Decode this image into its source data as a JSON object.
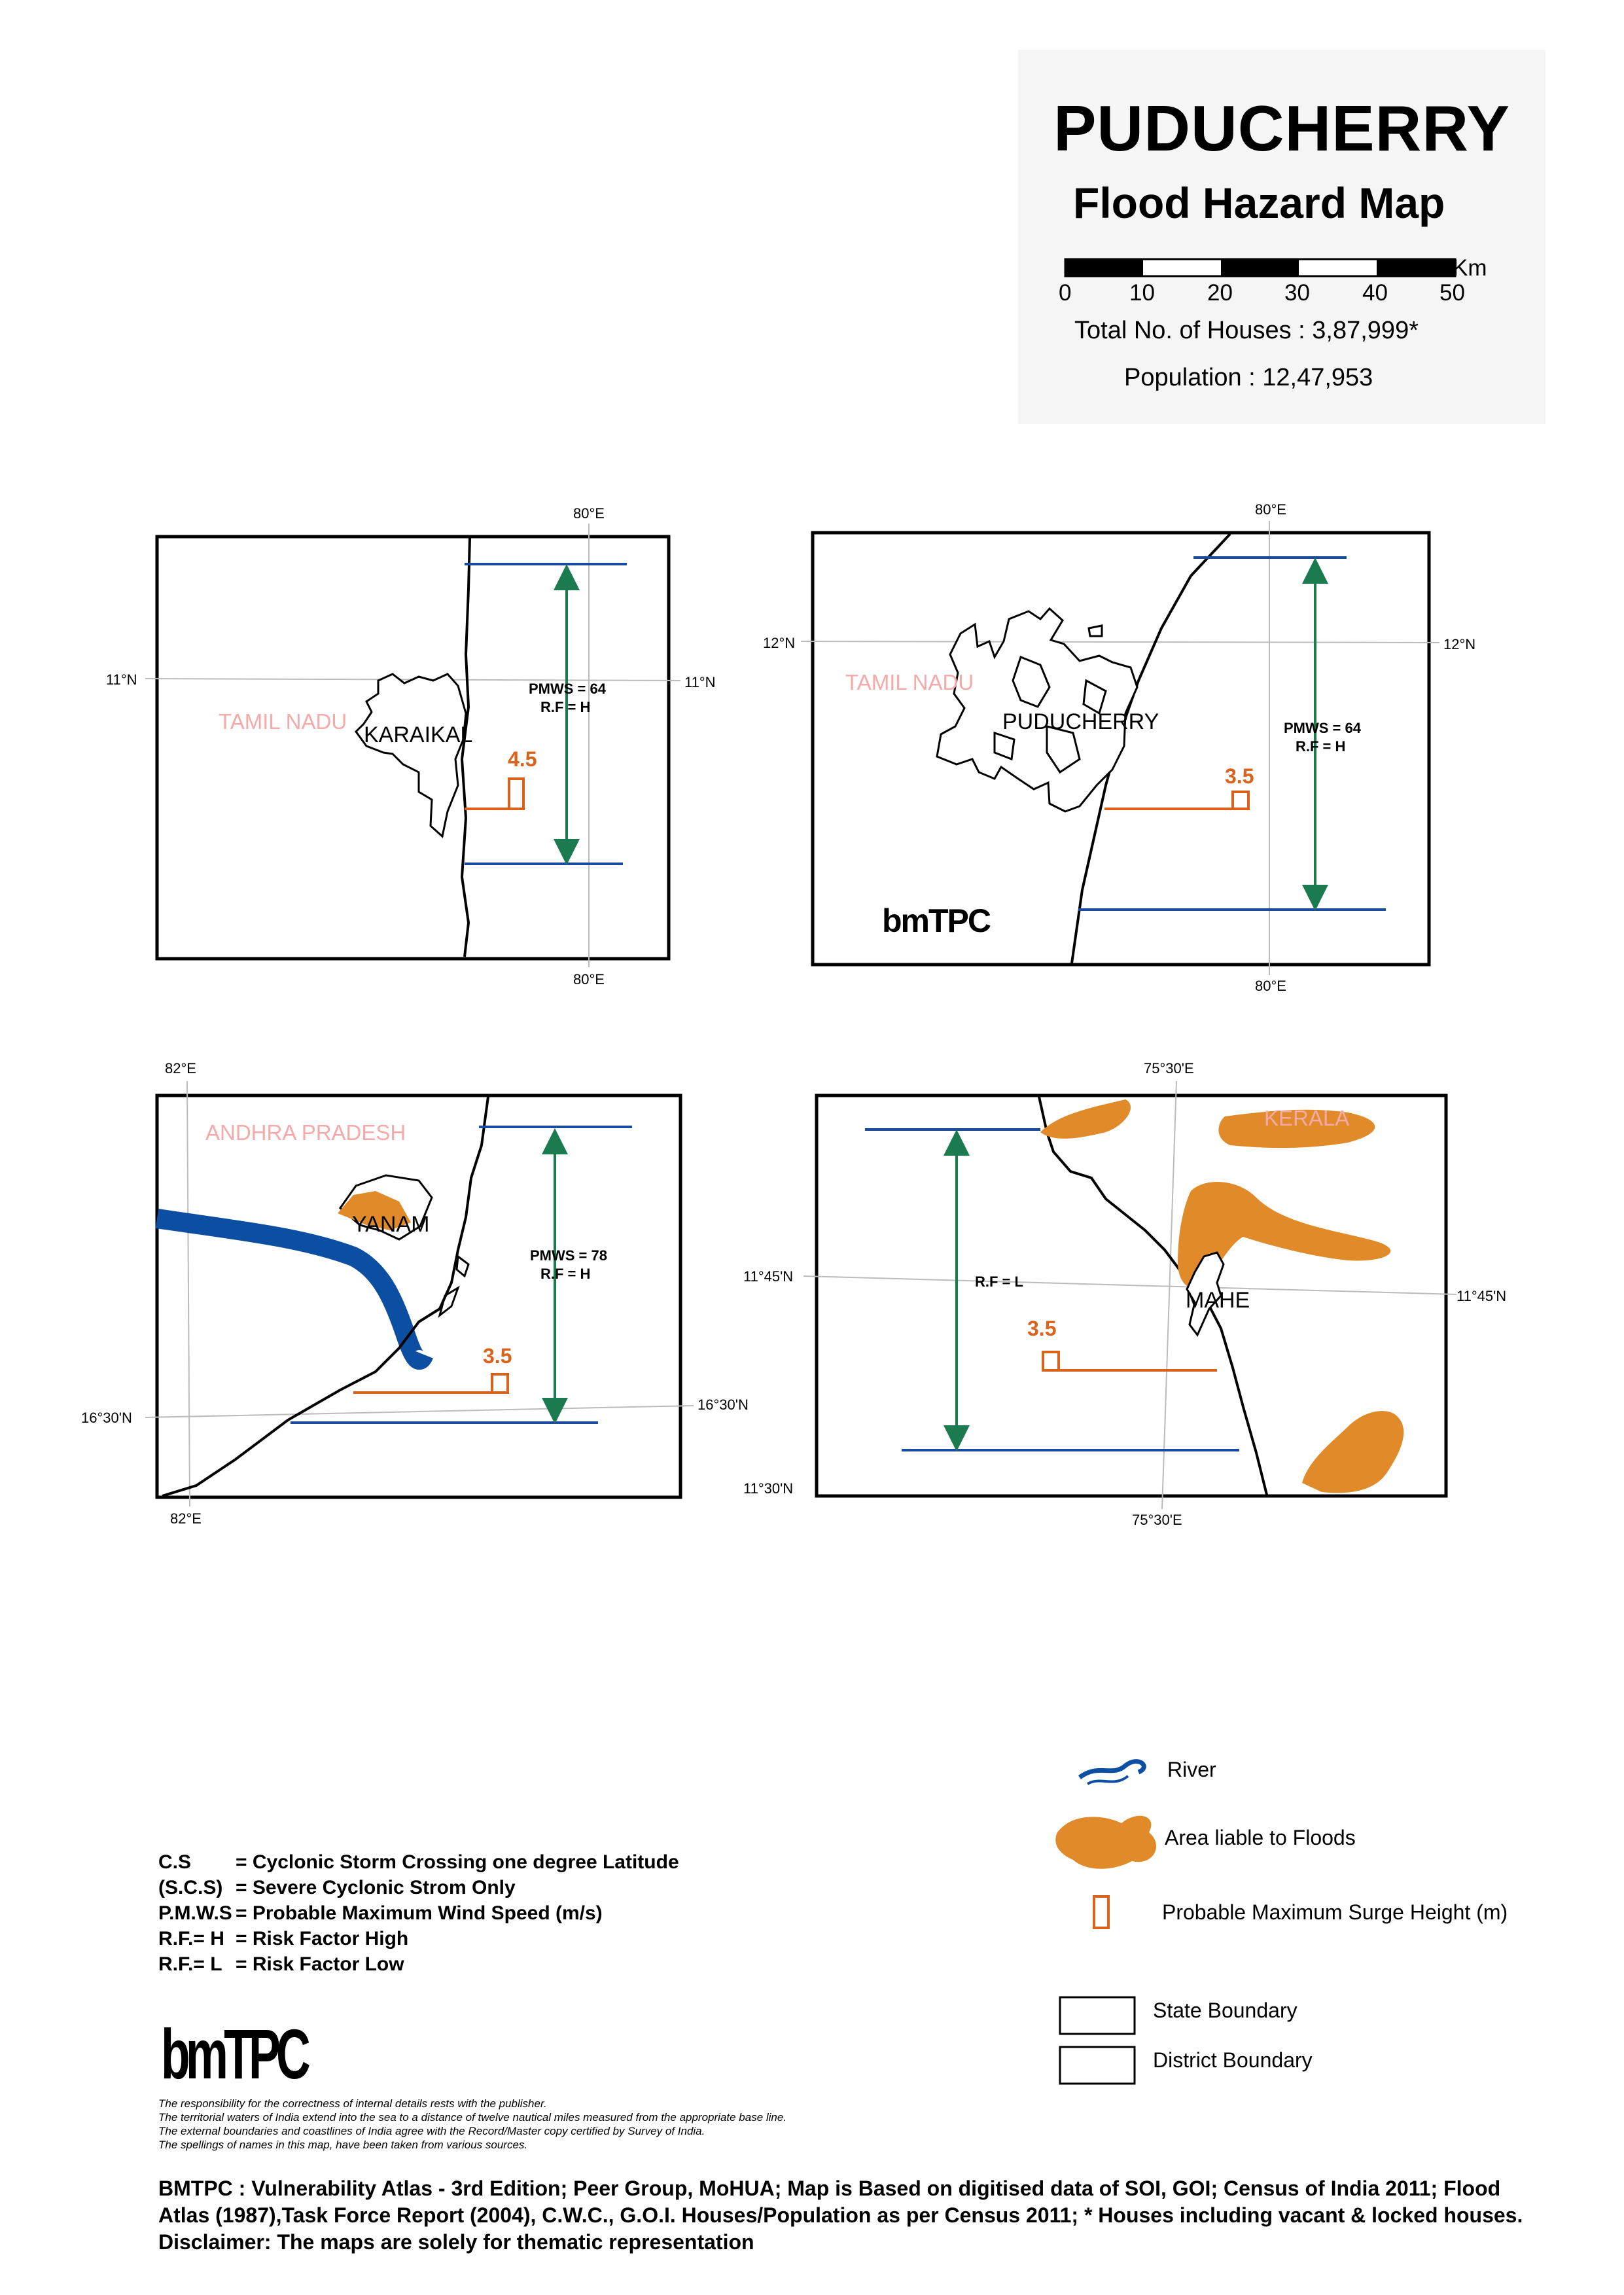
{
  "header": {
    "title": "PUDUCHERRY",
    "subtitle": "Flood Hazard Map",
    "scale_unit": "Km",
    "scale_ticks": [
      "0",
      "10",
      "20",
      "30",
      "40",
      "50"
    ],
    "houses": "Total No. of Houses : 3,87,999*",
    "population": "Population : 12,47,953"
  },
  "colors": {
    "river": "#0b4ea2",
    "flood_area": "#e08a2a",
    "surge": "#d9621c",
    "wind_arrow": "#1b7a4e",
    "track_line": "#1a4a9c",
    "state_label": "#f5a9a9"
  },
  "maps": {
    "karaikal": {
      "grid_lon": "80°E",
      "grid_lat": "11°N",
      "state": "TAMIL NADU",
      "district": "KARAIKAL",
      "surge": "4.5",
      "pmws": "PMWS = 64",
      "rf": "R.F = H"
    },
    "puducherry": {
      "grid_lon": "80°E",
      "grid_lat": "12°N",
      "state": "TAMIL NADU",
      "district": "PUDUCHERRY",
      "surge": "3.5",
      "pmws": "PMWS = 64",
      "rf": "R.F = H"
    },
    "yanam": {
      "grid_lon": "82°E",
      "grid_lat": "16°30'N",
      "state": "ANDHRA PRADESH",
      "district": "YANAM",
      "surge": "3.5",
      "pmws": "PMWS = 78",
      "rf": "R.F = H"
    },
    "mahe": {
      "grid_lon": "75°30'E",
      "grid_lat_1": "11°45'N",
      "grid_lat_2": "11°30'N",
      "state": "KERALA",
      "district": "MAHE",
      "surge": "3.5",
      "rf": "R.F = L"
    }
  },
  "abbreviations": [
    {
      "key": "C.S",
      "value": "= Cyclonic Storm Crossing one degree Latitude"
    },
    {
      "key": "(S.C.S)",
      "value": "= Severe Cyclonic Strom Only"
    },
    {
      "key": "P.M.W.S",
      "value": "= Probable Maximum Wind Speed (m/s)"
    },
    {
      "key": "R.F.= H",
      "value": "= Risk Factor High"
    },
    {
      "key": "R.F.= L",
      "value": "= Risk Factor Low"
    }
  ],
  "legend": {
    "river": "River",
    "flood": "Area liable to Floods",
    "surge": "Probable Maximum Surge Height (m)",
    "state_boundary": "State Boundary",
    "district_boundary": "District Boundary"
  },
  "footnotes": [
    "The responsibility for the correctness of internal details rests with the publisher.",
    "The territorial waters of India extend into the sea to a distance of twelve nautical miles measured from the appropriate base line.",
    "The external boundaries and coastlines of India agree with the Record/Master copy certified by Survey of India.",
    "The spellings of names in this map, have been taken from various sources."
  ],
  "sources": "BMTPC : Vulnerability Atlas - 3rd Edition; Peer Group, MoHUA; Map is Based on digitised data of SOI, GOI; Census of India 2011; Flood Atlas (1987),Task Force Report (2004), C.W.C., G.O.I. Houses/Population as per Census 2011; * Houses including vacant & locked houses. Disclaimer: The maps are solely for thematic representation"
}
